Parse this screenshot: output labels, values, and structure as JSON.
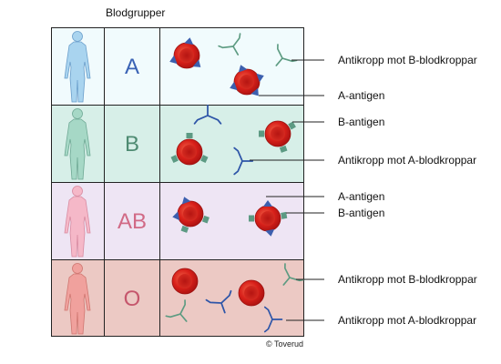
{
  "title": "Blodgrupper",
  "rows": [
    {
      "type": "A",
      "bg": "#f1fbfd",
      "letter_color": "#3a63b5",
      "person_fill": "#a9d4ef",
      "person_stroke": "#6a9ecb"
    },
    {
      "type": "B",
      "bg": "#d7efe8",
      "letter_color": "#4e8b72",
      "person_fill": "#a6d8c6",
      "person_stroke": "#6ea894"
    },
    {
      "type": "AB",
      "bg": "#eee5f4",
      "letter_color": "#d16a86",
      "person_fill": "#f5b8c8",
      "person_stroke": "#d88aa0"
    },
    {
      "type": "O",
      "bg": "#ecc9c4",
      "letter_color": "#c5566c",
      "person_fill": "#f0a19d",
      "person_stroke": "#cf7670"
    }
  ],
  "labels": [
    "Antikropp mot B-blodkroppar",
    "A-antigen",
    "B-antigen",
    "Antikropp mot A-blodkroppar",
    "A-antigen",
    "B-antigen",
    "Antikropp mot B-blodkroppar",
    "Antikropp mot A-blodkroppar"
  ],
  "copyright": "© Toverud",
  "colors": {
    "a_antigen": "#3c5fae",
    "b_antigen": "#5c9a83",
    "anti_a_antibody": "#2e55a8",
    "anti_b_antibody": "#5d9b82",
    "cell": "#d8201a",
    "border": "#222222"
  }
}
